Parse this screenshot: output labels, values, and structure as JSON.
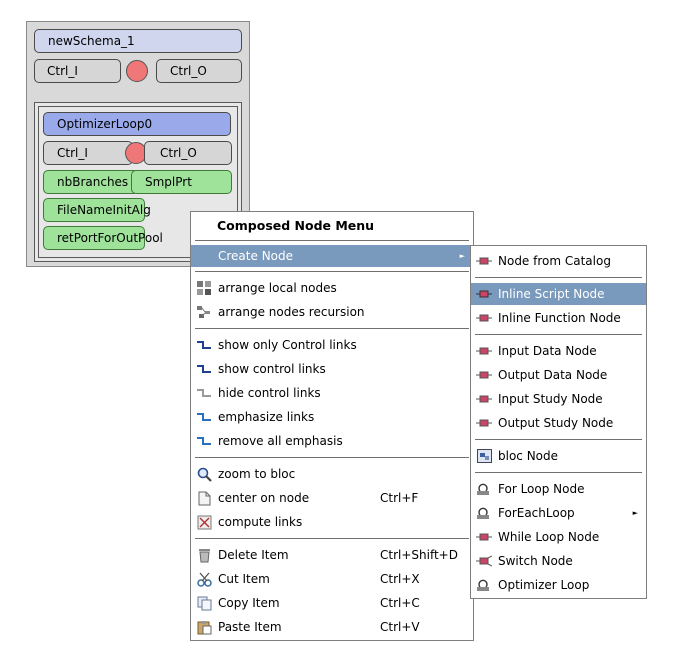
{
  "schema": {
    "name": "newSchema_1",
    "ctrl_in": "Ctrl_I",
    "ctrl_out": "Ctrl_O",
    "loop": {
      "name": "OptimizerLoop0",
      "ctrl_in": "Ctrl_I",
      "ctrl_out": "Ctrl_O",
      "port_nb_branches": "nbBranches",
      "port_smplprt": "SmplPrt",
      "port_filename": "FileNameInitAlg",
      "port_ret": "retPortForOutPool"
    }
  },
  "menu": {
    "title": "Composed Node Menu",
    "create_node": "Create Node",
    "groups": [
      [
        {
          "label": "arrange local nodes",
          "icon": "grid-icon"
        },
        {
          "label": "arrange nodes recursion",
          "icon": "tree-icon"
        }
      ],
      [
        {
          "label": "show only Control links",
          "icon": "link-icon"
        },
        {
          "label": "show control links",
          "icon": "link-icon"
        },
        {
          "label": "hide control links",
          "icon": "link-grey-icon"
        },
        {
          "label": "emphasize links",
          "icon": "link-icon"
        },
        {
          "label": "remove all emphasis",
          "icon": "link-icon"
        }
      ],
      [
        {
          "label": "zoom to bloc",
          "icon": "magnifier-icon"
        },
        {
          "label": "center on node",
          "shortcut": "Ctrl+F",
          "icon": "page-icon"
        },
        {
          "label": "compute links",
          "icon": "compute-icon"
        }
      ],
      [
        {
          "label": "Delete Item",
          "shortcut": "Ctrl+Shift+D",
          "icon": "trash-icon"
        },
        {
          "label": "Cut Item",
          "shortcut": "Ctrl+X",
          "icon": "scissors-icon"
        },
        {
          "label": "Copy Item",
          "shortcut": "Ctrl+C",
          "icon": "copy-icon"
        },
        {
          "label": "Paste Item",
          "shortcut": "Ctrl+V",
          "icon": "paste-icon"
        }
      ]
    ]
  },
  "submenu": {
    "groups": [
      [
        {
          "label": "Node from Catalog"
        }
      ],
      [
        {
          "label": "Inline Script Node",
          "selected": true
        },
        {
          "label": "Inline Function Node"
        }
      ],
      [
        {
          "label": "Input Data Node"
        },
        {
          "label": "Output Data Node"
        },
        {
          "label": "Input Study Node"
        },
        {
          "label": "Output Study Node"
        }
      ],
      [
        {
          "label": "bloc Node"
        }
      ],
      [
        {
          "label": "For Loop Node"
        },
        {
          "label": "ForEachLoop",
          "has_submenu": true
        },
        {
          "label": "While Loop Node"
        },
        {
          "label": "Switch Node"
        },
        {
          "label": "Optimizer Loop"
        }
      ]
    ]
  },
  "colors": {
    "selection": "#7a9abd",
    "port_green": "#9fe29a",
    "ctrl_dot": "#f07777",
    "schema_header": "#cfd6ee",
    "loop_header": "#9aa9ea"
  }
}
